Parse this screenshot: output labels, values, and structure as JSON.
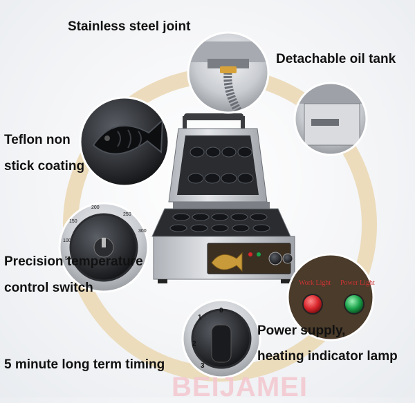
{
  "labels": {
    "stainless": "Stainless steel joint",
    "oil_tank": "Detachable oil tank",
    "teflon_line1": "Teflon non",
    "teflon_line2": "stick coating",
    "precision_line1": "Precision temperature",
    "precision_line2": "control switch",
    "power_line1": "Power supply,",
    "power_line2": "heating indicator lamp",
    "timing": "5 minute long term timing"
  },
  "lamp_labels": {
    "work": "Work Light",
    "power": "Power Light"
  },
  "dial_numbers": {
    "temperature": [
      "50",
      "100",
      "150",
      "200",
      "250",
      "300"
    ],
    "timer": [
      "0",
      "1",
      "2",
      "3"
    ]
  },
  "watermark": "BEIJAMEI",
  "colors": {
    "ring": "#ead7b2",
    "steel": "#c9ccd1",
    "dark": "#1d1f22",
    "red_lamp": "#d8262c",
    "green_lamp": "#1aa34a"
  }
}
